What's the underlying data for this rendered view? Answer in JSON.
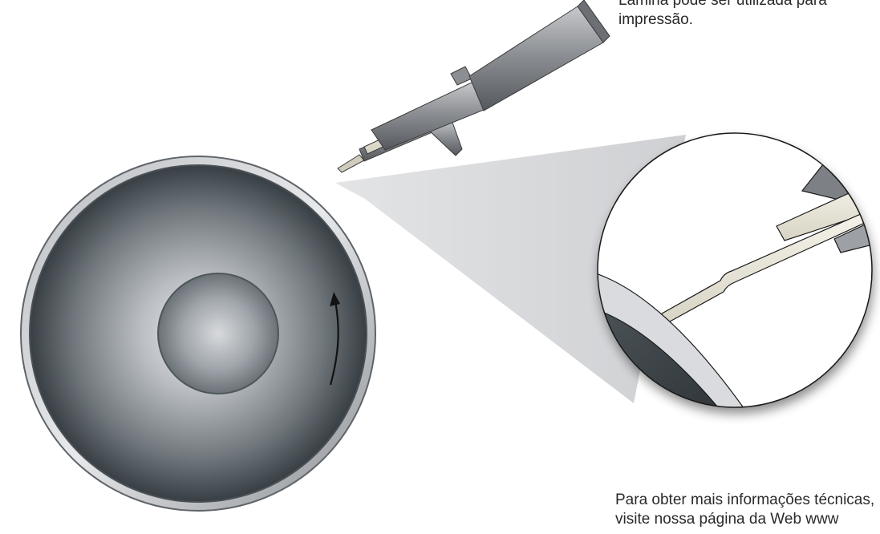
{
  "captions": {
    "top": {
      "line1": "Lâmina pode ser utilizada para",
      "line2": "impressão."
    },
    "bottom": {
      "line1": "Para obter mais informações técnicas,",
      "line2": "visite nossa página da Web www"
    }
  },
  "colors": {
    "background": "#ffffff",
    "text": "#2a2a2a",
    "wafer_edge": "#8b8f93",
    "wafer_fill_outer": "#3b4247",
    "wafer_fill_inner": "#c9ccd0",
    "magnifier_cone": "#d4d5d7",
    "tool_body": "#9a9c9f",
    "blade": "#e8e6da"
  },
  "icons": {
    "rotation_arrow": "curved-arrow-up-icon"
  }
}
